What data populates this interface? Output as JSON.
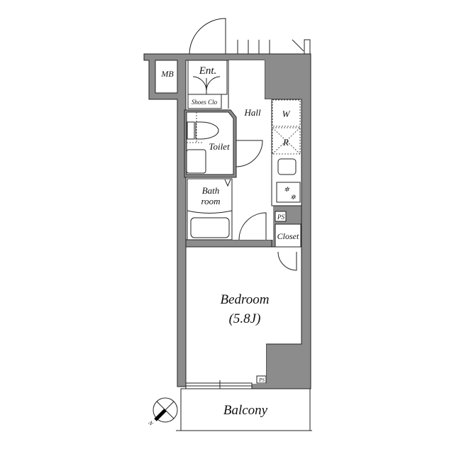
{
  "rooms": {
    "mb": "MB",
    "entrance": "Ent.",
    "shoes_closet": "Shoes Clo",
    "hall": "Hall",
    "washer": "W",
    "refrigerator": "R",
    "toilet": "Toilet",
    "bath_line1": "Bath",
    "bath_line2": "room",
    "ps_upper": "PS",
    "closet": "Closet",
    "bedroom": "Bedroom",
    "bedroom_size": "(5.8J)",
    "ps_lower": "PS",
    "balcony": "Balcony"
  },
  "compass": {
    "north_label": "N"
  },
  "colors": {
    "wall": "#8c8c8c",
    "line": "#222222"
  }
}
